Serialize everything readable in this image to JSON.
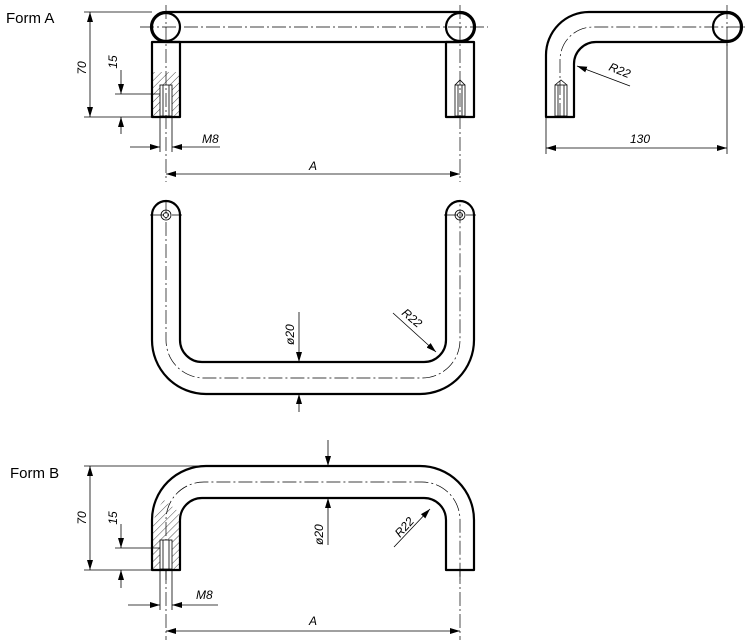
{
  "labels": {
    "form_a": "Form A",
    "form_b": "Form B"
  },
  "dimensions": {
    "height": "70",
    "thread_depth": "15",
    "thread": "M8",
    "centre_distance": "A",
    "depth": "130",
    "radius": "R22",
    "diameter": "ø20"
  }
}
